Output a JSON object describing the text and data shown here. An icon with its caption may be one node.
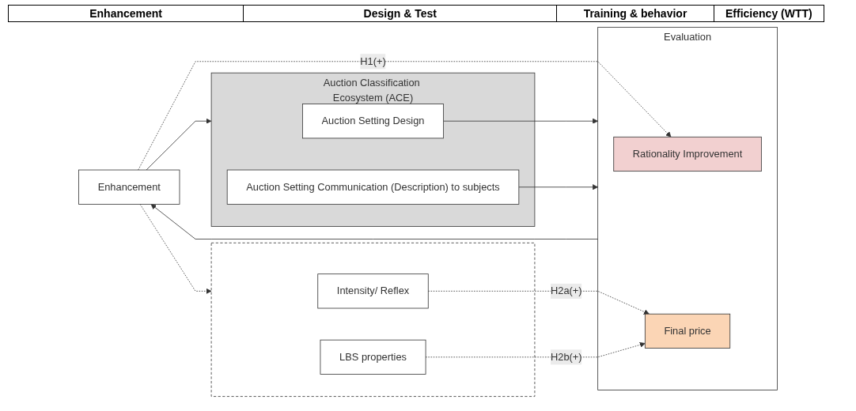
{
  "diagram": {
    "nodes": [
      {
        "text": [
          "Enhancement"
        ]
      },
      {
        "text": [
          "Auction Classification Ecosystem (ACE)"
        ]
      },
      {
        "text": [
          "Auction Setting Design"
        ],
        "in": 1
      },
      {
        "text": [
          "Auction Setting Communication (Description) to subjects"
        ],
        "in": 1
      },
      {
        "text": [
          "Evaluation"
        ]
      },
      {
        "text": [
          "Rationality Improvement"
        ],
        "in": 4
      },
      {
        "text": [
          "Final price"
        ],
        "in": 4
      },
      {
        "text": [],
        "shape": "box"
      },
      {
        "text": [
          "Intensity/ Reflex"
        ],
        "in": 7
      },
      {
        "text": [
          "LBS properties"
        ],
        "in": 7
      }
    ],
    "edges": [
      {
        "from": 4,
        "to": 0,
        "arrow": "to"
      },
      {
        "from": 0,
        "to": 1,
        "arrow": "to"
      },
      {
        "from": 2,
        "to": 4,
        "arrow": "to"
      },
      {
        "from": 3,
        "to": 4,
        "arrow": "to"
      },
      {
        "from": 0,
        "to": 5,
        "arrow": "to",
        "label": "H1(+)",
        "style": "dashed"
      },
      {
        "from": 0,
        "to": 7,
        "arrow": "to",
        "style": "dashed"
      },
      {
        "from": 8,
        "to": 6,
        "arrow": "to",
        "label": "H2a(+)",
        "style": "dashed"
      },
      {
        "from": 9,
        "to": 6,
        "arrow": "to",
        "label": "H2b(+)",
        "style": "dashed"
      }
    ],
    "labels": [
      "Enhancement",
      "Design & Test",
      "Training & behavior",
      "Efficiency (WTT)"
    ]
  }
}
